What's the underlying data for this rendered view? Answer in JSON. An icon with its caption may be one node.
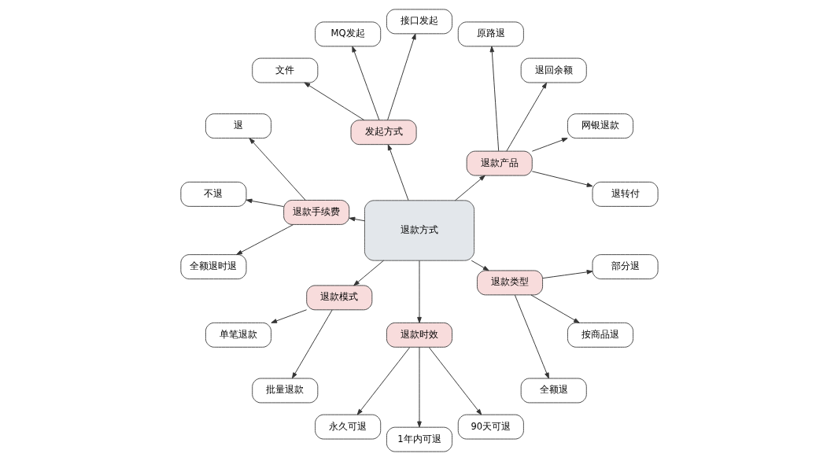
{
  "diagram": {
    "nodes": [
      {
        "text": [
          "退款方式"
        ]
      },
      {
        "text": [
          "退款产品"
        ]
      },
      {
        "text": [
          "退转付"
        ]
      },
      {
        "text": [
          "网银退款"
        ]
      },
      {
        "text": [
          "退回余额"
        ]
      },
      {
        "text": [
          "原路退"
        ]
      },
      {
        "text": [
          "发起方式"
        ]
      },
      {
        "text": [
          "接口发起"
        ]
      },
      {
        "text": [
          "MQ发起"
        ]
      },
      {
        "text": [
          "文件"
        ]
      },
      {
        "text": [
          "退款手续费"
        ]
      },
      {
        "text": [
          "退"
        ]
      },
      {
        "text": [
          "不退"
        ]
      },
      {
        "text": [
          "全额退时退"
        ]
      },
      {
        "text": [
          "退款模式"
        ]
      },
      {
        "text": [
          "单笔退款"
        ]
      },
      {
        "text": [
          "批量退款"
        ]
      },
      {
        "text": [
          "退款时效"
        ]
      },
      {
        "text": [
          "永久可退"
        ]
      },
      {
        "text": [
          "1年内可退"
        ]
      },
      {
        "text": [
          "90天可退"
        ]
      },
      {
        "text": [
          "退款类型"
        ]
      },
      {
        "text": [
          "全额退"
        ]
      },
      {
        "text": [
          "按商品退"
        ]
      },
      {
        "text": [
          "部分退"
        ]
      }
    ],
    "edges": [
      {
        "from": 0,
        "to": 1,
        "arrow": "to"
      },
      {
        "from": 1,
        "to": 2,
        "arrow": "to"
      },
      {
        "from": 1,
        "to": 3,
        "arrow": "to"
      },
      {
        "from": 1,
        "to": 4,
        "arrow": "to"
      },
      {
        "from": 1,
        "to": 5,
        "arrow": "to"
      },
      {
        "from": 0,
        "to": 6,
        "arrow": "to"
      },
      {
        "from": 6,
        "to": 7,
        "arrow": "to"
      },
      {
        "from": 6,
        "to": 8,
        "arrow": "to"
      },
      {
        "from": 6,
        "to": 9,
        "arrow": "to"
      },
      {
        "from": 0,
        "to": 10,
        "arrow": "to"
      },
      {
        "from": 10,
        "to": 11,
        "arrow": "to"
      },
      {
        "from": 10,
        "to": 12,
        "arrow": "to"
      },
      {
        "from": 10,
        "to": 13,
        "arrow": "to"
      },
      {
        "from": 0,
        "to": 14,
        "arrow": "to"
      },
      {
        "from": 14,
        "to": 15,
        "arrow": "to"
      },
      {
        "from": 14,
        "to": 16,
        "arrow": "to"
      },
      {
        "from": 0,
        "to": 17,
        "arrow": "to"
      },
      {
        "from": 17,
        "to": 18,
        "arrow": "to"
      },
      {
        "from": 17,
        "to": 19,
        "arrow": "to"
      },
      {
        "from": 17,
        "to": 20,
        "arrow": "to"
      },
      {
        "from": 0,
        "to": 21,
        "arrow": "to"
      },
      {
        "from": 21,
        "to": 22,
        "arrow": "to"
      },
      {
        "from": 21,
        "to": 23,
        "arrow": "to"
      },
      {
        "from": 21,
        "to": 24,
        "arrow": "to"
      }
    ]
  }
}
